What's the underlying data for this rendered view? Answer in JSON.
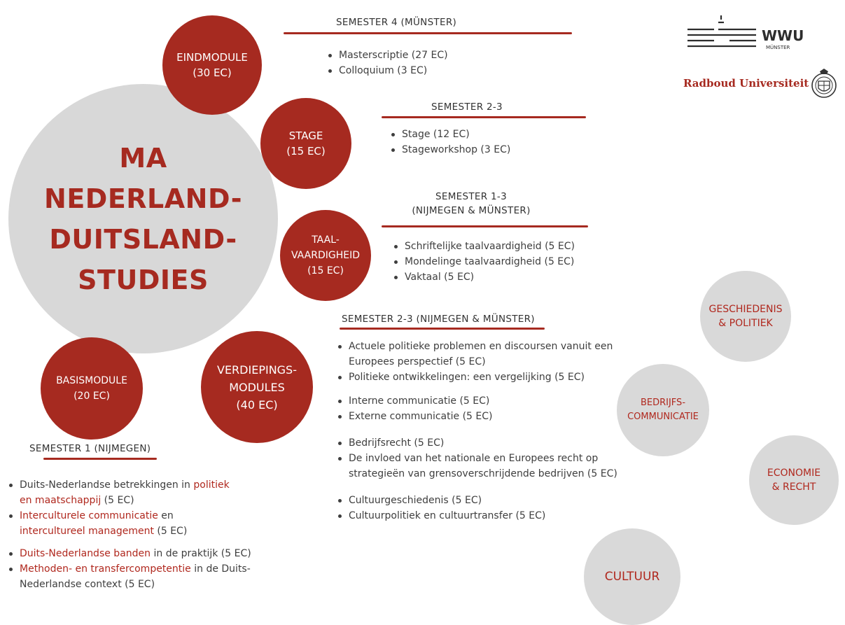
{
  "main_title": {
    "line1": "MA",
    "line2": "NEDERLAND-",
    "line3": "DUITSLAND-",
    "line4": "STUDIES"
  },
  "modules": {
    "eindmodule": {
      "line1": "EINDMODULE",
      "line2": "(30 EC)"
    },
    "stage": {
      "line1": "STAGE",
      "line2": "(15 EC)"
    },
    "taalvaardigheid": {
      "line1": "TAAL-",
      "line2": "VAARDIGHEID",
      "line3": "(15 EC)"
    },
    "basismodule": {
      "line1": "BASISMODULE",
      "line2": "(20 EC)"
    },
    "verdiepingsmodules": {
      "line1": "VERDIEPINGS-",
      "line2": "MODULES",
      "line3": "(40 EC)"
    }
  },
  "themes": {
    "geschiedenis": {
      "line1": "GESCHIEDENIS",
      "line2": "& POLITIEK"
    },
    "bedrijfscommunicatie": {
      "line1": "BEDRIJFS-",
      "line2": "COMMUNICATIE"
    },
    "economie": {
      "line1": "ECONOMIE",
      "line2": "& RECHT"
    },
    "cultuur": {
      "line1": "CULTUUR"
    }
  },
  "semester4": {
    "heading": "SEMESTER 4 (MÜNSTER)",
    "items": [
      "Masterscriptie (27 EC)",
      "Colloquium (3 EC)"
    ]
  },
  "semester23_stage": {
    "heading": "SEMESTER 2-3",
    "items": [
      "Stage (12 EC)",
      "Stageworkshop (3 EC)"
    ]
  },
  "semester13": {
    "heading_line1": "SEMESTER 1-3",
    "heading_line2": "(NIJMEGEN & MÜNSTER)",
    "items": [
      "Schriftelijke taalvaardigheid (5 EC)",
      "Mondelinge taalvaardigheid (5 EC)",
      "Vaktaal (5 EC)"
    ]
  },
  "semester23_verdieping": {
    "heading": "SEMESTER 2-3 (NIJMEGEN & MÜNSTER)",
    "items": [
      "Actuele politieke problemen en discoursen vanuit een",
      "Europees perspectief (5 EC)",
      "Politieke ontwikkelingen: een vergelijking (5 EC)",
      "Interne communicatie (5 EC)",
      "Externe communicatie (5 EC)",
      "Bedrijfsrecht (5 EC)",
      "De invloed van het nationale en Europees recht op",
      "strategieën van grensoverschrijdende bedrijven (5 EC)",
      "Cultuurgeschiedenis (5 EC)",
      "Cultuurpolitiek en cultuurtransfer (5 EC)"
    ]
  },
  "semester1": {
    "heading": "SEMESTER 1 (NIJMEGEN)",
    "item1": {
      "a": "Duits-Nederlandse betrekkingen in ",
      "b": "politiek",
      "c": "en maatschappij",
      "d": " (5 EC)"
    },
    "item2": {
      "a": "Interculturele communicatie",
      "b": " en",
      "c": "intercultureel management",
      "d": " (5 EC)"
    },
    "item3": {
      "a": "Duits-Nederlandse banden",
      "b": " in de praktijk (5 EC)"
    },
    "item4": {
      "a": "Methoden- en transfercompetentie",
      "b": " in de Duits-",
      "c": "Nederlandse context (5 EC)"
    }
  },
  "logos": {
    "wwu_text": "WWU",
    "wwu_sub": "MÜNSTER",
    "radboud": "Radboud Universiteit"
  },
  "colors": {
    "accent": "#a62a20",
    "grey_circle": "#d9d9d9"
  }
}
